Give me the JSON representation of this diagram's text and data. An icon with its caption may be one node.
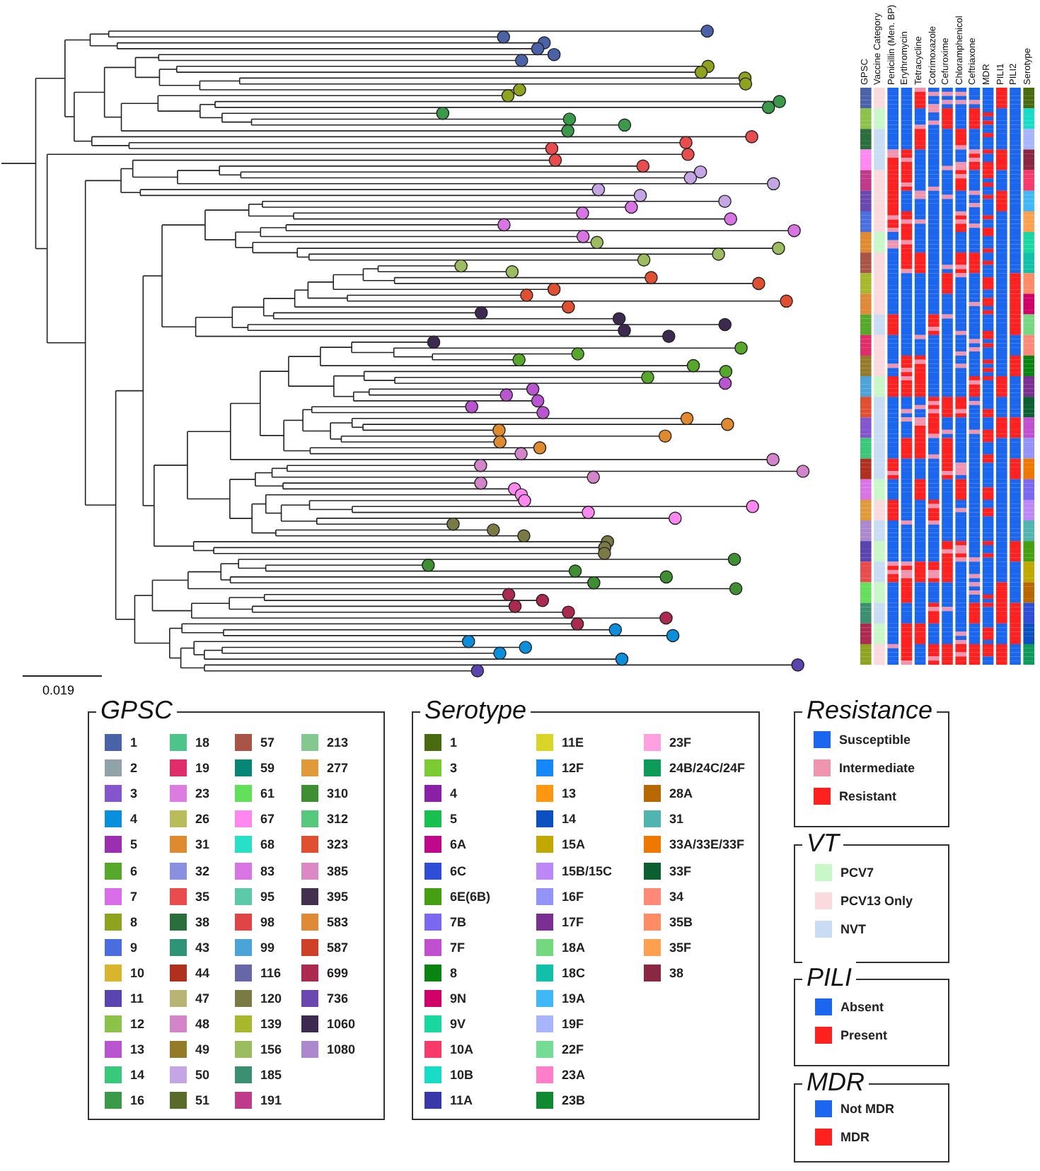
{
  "diagram": {
    "nodes": [
      {
        "text": [
          "GPSC"
        ]
      },
      {
        "text": [
          "Serotype"
        ]
      },
      {
        "text": [
          "Resistance"
        ]
      },
      {
        "text": [
          "VT"
        ]
      },
      {
        "text": [
          "PILI"
        ]
      },
      {
        "text": [
          "MDR"
        ]
      }
    ],
    "labels": [
      "GPSC",
      "Vaccine Category",
      "Penicillin (Men. BP)",
      "Erythromycin",
      "Tetracycline",
      "Cotrimoxazole",
      "Cefuroxime",
      "Chloramphenicol",
      "Ceftriaxone",
      "MDR",
      "PILI1",
      "PILI2",
      "Serotype",
      "0.019"
    ],
    "legend": [
      {
        "text": "1",
        "color": "#4a62a8"
      },
      {
        "text": "2",
        "color": "#8fa3a8"
      },
      {
        "text": "3",
        "color": "#8455cc"
      },
      {
        "text": "4",
        "color": "#0a8fdc"
      },
      {
        "text": "5",
        "color": "#9a2fb0"
      },
      {
        "text": "6",
        "color": "#56a82a"
      },
      {
        "text": "7",
        "color": "#d96ee8"
      },
      {
        "text": "8",
        "color": "#8fa31f"
      },
      {
        "text": "9",
        "color": "#4a6ee0"
      },
      {
        "text": "10",
        "color": "#d9b52e"
      },
      {
        "text": "11",
        "color": "#5a44b0"
      },
      {
        "text": "12",
        "color": "#8cc24a"
      },
      {
        "text": "13",
        "color": "#b955d0"
      },
      {
        "text": "14",
        "color": "#3ac97a"
      },
      {
        "text": "16",
        "color": "#3a9a4a"
      },
      {
        "text": "18",
        "color": "#4cc48a"
      },
      {
        "text": "19",
        "color": "#e02c68"
      },
      {
        "text": "23",
        "color": "#dc7ce0"
      },
      {
        "text": "26",
        "color": "#b8bc5a"
      },
      {
        "text": "31",
        "color": "#e08a30"
      },
      {
        "text": "32",
        "color": "#8a90e0"
      },
      {
        "text": "35",
        "color": "#e84c4c"
      },
      {
        "text": "38",
        "color": "#2a6e3e"
      },
      {
        "text": "43",
        "color": "#2e9478"
      },
      {
        "text": "44",
        "color": "#b03020"
      },
      {
        "text": "47",
        "color": "#b8b474"
      },
      {
        "text": "48",
        "color": "#d484c8"
      },
      {
        "text": "49",
        "color": "#957a2a"
      },
      {
        "text": "50",
        "color": "#c4a6e4"
      },
      {
        "text": "51",
        "color": "#5a6a2a"
      },
      {
        "text": "57",
        "color": "#a85446"
      },
      {
        "text": "59",
        "color": "#068676"
      },
      {
        "text": "61",
        "color": "#62e05a"
      },
      {
        "text": "67",
        "color": "#ff88f0"
      },
      {
        "text": "68",
        "color": "#28e0c8"
      },
      {
        "text": "83",
        "color": "#d874e4"
      },
      {
        "text": "95",
        "color": "#5ccaa8"
      },
      {
        "text": "98",
        "color": "#e04444"
      },
      {
        "text": "99",
        "color": "#4aa4d8"
      },
      {
        "text": "116",
        "color": "#6666a8"
      },
      {
        "text": "120",
        "color": "#7a7a44"
      },
      {
        "text": "139",
        "color": "#a8b82c"
      },
      {
        "text": "156",
        "color": "#9cbc60"
      },
      {
        "text": "185",
        "color": "#3a9070"
      },
      {
        "text": "191",
        "color": "#c03a8a"
      },
      {
        "text": "213",
        "color": "#84c890"
      },
      {
        "text": "277",
        "color": "#e09a38"
      },
      {
        "text": "310",
        "color": "#3e8e32"
      },
      {
        "text": "312",
        "color": "#58c87c"
      },
      {
        "text": "323",
        "color": "#e05030"
      },
      {
        "text": "385",
        "color": "#dc88c4"
      },
      {
        "text": "395",
        "color": "#42304e"
      },
      {
        "text": "583",
        "color": "#e08a38"
      },
      {
        "text": "587",
        "color": "#d04028"
      },
      {
        "text": "699",
        "color": "#ac2a50"
      },
      {
        "text": "736",
        "color": "#6a48b0"
      },
      {
        "text": "1060",
        "color": "#3c2a50"
      },
      {
        "text": "1080",
        "color": "#ac88cc"
      },
      {
        "text": "1",
        "color": "#4a6a10"
      },
      {
        "text": "3",
        "color": "#7acc30"
      },
      {
        "text": "4",
        "color": "#8a20a8"
      },
      {
        "text": "5",
        "color": "#18c050"
      },
      {
        "text": "6A",
        "color": "#c0088c"
      },
      {
        "text": "6C",
        "color": "#2e4ed8"
      },
      {
        "text": "6E(6B)",
        "color": "#44a010"
      },
      {
        "text": "7B",
        "color": "#7a68f0"
      },
      {
        "text": "7F",
        "color": "#c050d0"
      },
      {
        "text": "8",
        "color": "#0a8410"
      },
      {
        "text": "9N",
        "color": "#d00068"
      },
      {
        "text": "9V",
        "color": "#18d8a0"
      },
      {
        "text": "10A",
        "color": "#f83a6a"
      },
      {
        "text": "10B",
        "color": "#18dcc8"
      },
      {
        "text": "11A",
        "color": "#3838a8"
      },
      {
        "text": "11E",
        "color": "#d8d428"
      },
      {
        "text": "12F",
        "color": "#1488f8"
      },
      {
        "text": "13",
        "color": "#ff9810"
      },
      {
        "text": "14",
        "color": "#0a50c0"
      },
      {
        "text": "15A",
        "color": "#c0a800"
      },
      {
        "text": "15B/15C",
        "color": "#bc88f8"
      },
      {
        "text": "16F",
        "color": "#9494f8"
      },
      {
        "text": "17F",
        "color": "#7a3090"
      },
      {
        "text": "18A",
        "color": "#74d880"
      },
      {
        "text": "18C",
        "color": "#10c0a8"
      },
      {
        "text": "19A",
        "color": "#40b8f8"
      },
      {
        "text": "19F",
        "color": "#a8b4fc"
      },
      {
        "text": "22F",
        "color": "#74dc94"
      },
      {
        "text": "23A",
        "color": "#ff80c8"
      },
      {
        "text": "23B",
        "color": "#108a30"
      },
      {
        "text": "23F",
        "color": "#ffa0e0"
      },
      {
        "text": "24B/24C/24F",
        "color": "#0e9a58"
      },
      {
        "text": "28A",
        "color": "#b86800"
      },
      {
        "text": "31",
        "color": "#50b4b0"
      },
      {
        "text": "33A/33E/33F",
        "color": "#ee7800"
      },
      {
        "text": "33F",
        "color": "#0a6030"
      },
      {
        "text": "34",
        "color": "#ff8878"
      },
      {
        "text": "35B",
        "color": "#ff8c64"
      },
      {
        "text": "35F",
        "color": "#ffa050"
      },
      {
        "text": "38",
        "color": "#8a2844"
      },
      {
        "text": "Susceptible",
        "color": "#1a66ee"
      },
      {
        "text": "Intermediate",
        "color": "#f095b0"
      },
      {
        "text": "Resistant",
        "color": "#ff2020"
      },
      {
        "text": "PCV7",
        "color": "#c8f8c8"
      },
      {
        "text": "PCV13 Only",
        "color": "#fadadc"
      },
      {
        "text": "NVT",
        "color": "#c8dcf4"
      },
      {
        "text": "Absent",
        "color": "#1a66ee"
      },
      {
        "text": "Present",
        "color": "#ff2020"
      },
      {
        "text": "Not MDR",
        "color": "#1a66ee"
      },
      {
        "text": "MDR",
        "color": "#ff2020"
      }
    ]
  }
}
